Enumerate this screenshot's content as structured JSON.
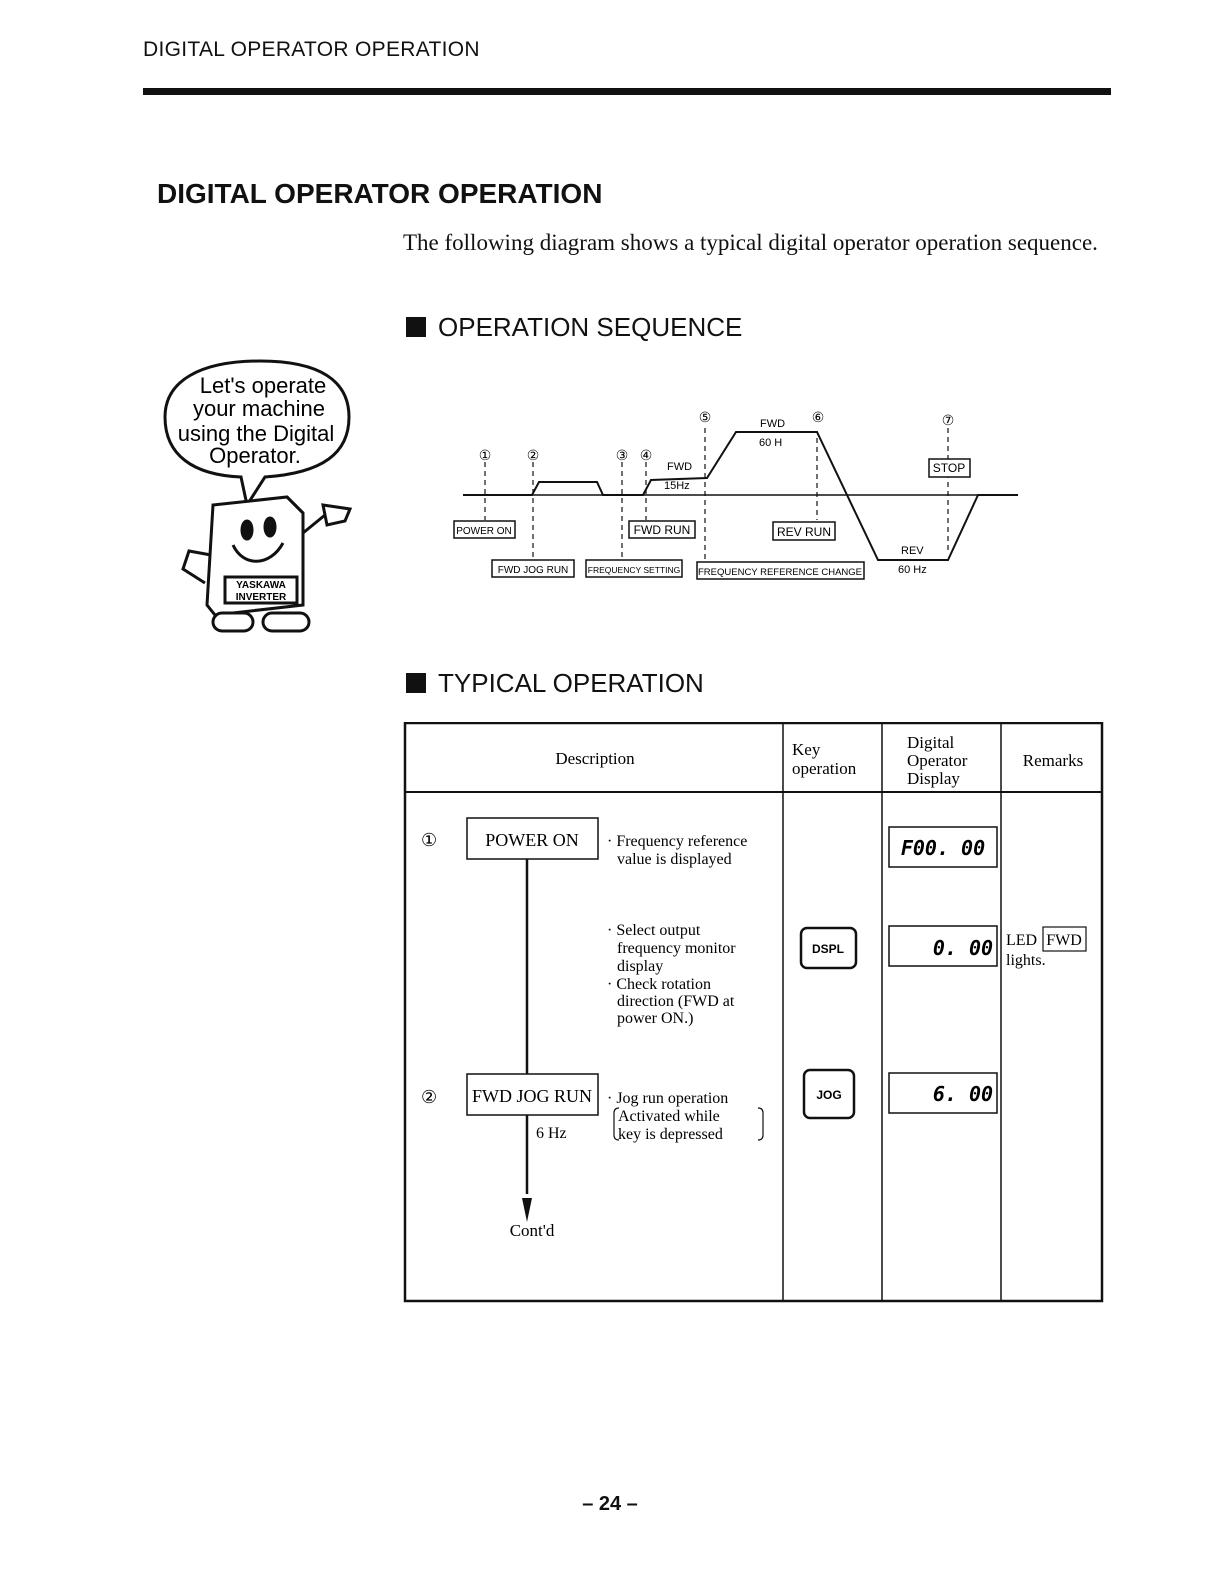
{
  "header": {
    "running_title": "DIGITAL OPERATOR OPERATION"
  },
  "title": "DIGITAL OPERATOR OPERATION",
  "intro": "The following diagram shows a typical digital operator operation sequence.",
  "sections": {
    "sequence": "OPERATION SEQUENCE",
    "typical": "TYPICAL OPERATION"
  },
  "mascot": {
    "speech_lines": [
      "Let's operate",
      "your machine",
      "using the Digital",
      "Operator."
    ],
    "badge_lines": [
      "YASKAWA",
      "INVERTER"
    ]
  },
  "sequence_diagram": {
    "steps": [
      "①",
      "②",
      "③",
      "④",
      "⑤",
      "⑥",
      "⑦"
    ],
    "labels": {
      "fwd": "FWD",
      "rev": "REV",
      "hz60": "60Hz",
      "hz15": "15Hz",
      "fwd_60": "60 H",
      "rev_60": "60 Hz"
    },
    "boxes": {
      "power_on": "POWER ON",
      "fwd_jog_run": "FWD JOG RUN",
      "freq_setting": "FREQUENCY SETTING",
      "fwd_run": "FWD RUN",
      "freq_ref_change": "FREQUENCY REFERENCE CHANGE",
      "rev_run": "REV RUN",
      "stop": "STOP"
    }
  },
  "table": {
    "headers": {
      "description": "Description",
      "key": [
        "Key",
        "operation"
      ],
      "display": [
        "Digital",
        "Operator",
        "Display"
      ],
      "remarks": "Remarks"
    },
    "rows": [
      {
        "num": "①",
        "box": "POWER ON",
        "desc": [
          "· Frequency reference",
          "value is displayed"
        ],
        "display": "F00. 00"
      },
      {
        "desc": [
          "· Select output",
          "frequency monitor",
          "display",
          "· Check rotation",
          "direction (FWD at",
          "power ON.)"
        ],
        "key": "DSPL",
        "display": "0. 00",
        "remark_prefix": "LED",
        "remark_box": "FWD",
        "remark_suffix": "lights."
      },
      {
        "num": "②",
        "box": "FWD JOG RUN",
        "sub": "6 Hz",
        "desc": [
          "· Jog run operation",
          "Activated while",
          "key is depressed"
        ],
        "key": "JOG",
        "display": "6. 00"
      }
    ],
    "continued": "Cont'd"
  },
  "page_number": "– 24 –"
}
